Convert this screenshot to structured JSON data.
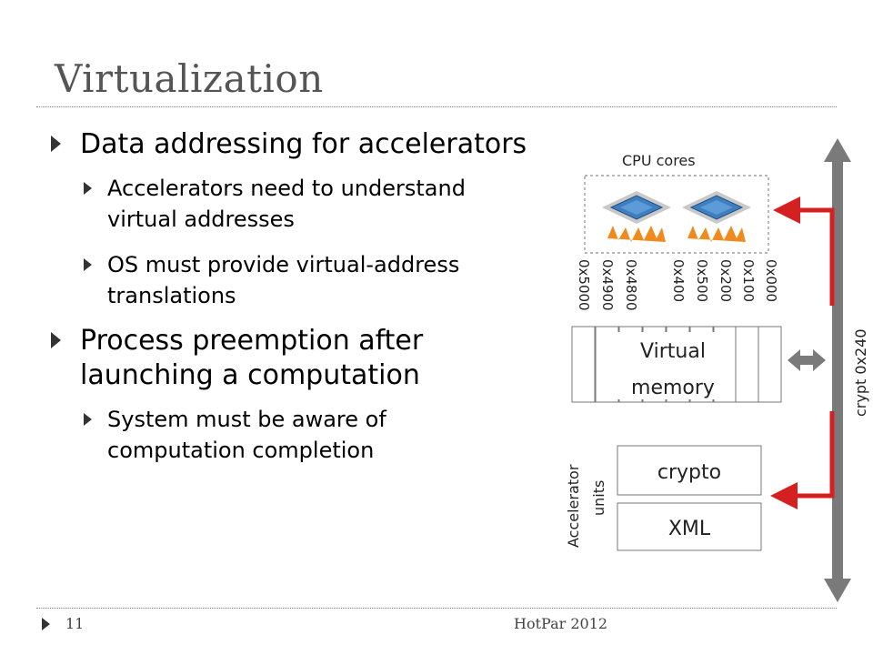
{
  "slide": {
    "title": "Virtualization",
    "page_number": "11",
    "conference": "HotPar 2012"
  },
  "bullets": [
    {
      "text": "Data addressing for accelerators",
      "sub": [
        [
          "Accelerators need to understand",
          "virtual addresses"
        ],
        [
          "OS must provide virtual-address",
          "translations"
        ]
      ]
    },
    {
      "text": [
        "Process preemption after",
        "launching a computation"
      ],
      "sub": [
        [
          "System must be aware of",
          "computation completion"
        ]
      ]
    }
  ],
  "diagram": {
    "cpu_label": "CPU cores",
    "memory_addresses": [
      "0x5000",
      "0x4900",
      "0x4800",
      "0x400",
      "0x500",
      "0x200",
      "0x100",
      "0x000"
    ],
    "memory_label": [
      "Virtual",
      "memory"
    ],
    "accelerator_label": [
      "Accelerator",
      "units"
    ],
    "accelerators": [
      "crypto",
      "XML"
    ],
    "bus_label": "crypt   0x240",
    "colors": {
      "arrow_red": "#d42020",
      "bus_gray": "#7a7a7a",
      "chip_blue": "#3f7fc0",
      "chip_flame": "#f08a1c",
      "chip_pins": "#c8c8c8"
    }
  }
}
